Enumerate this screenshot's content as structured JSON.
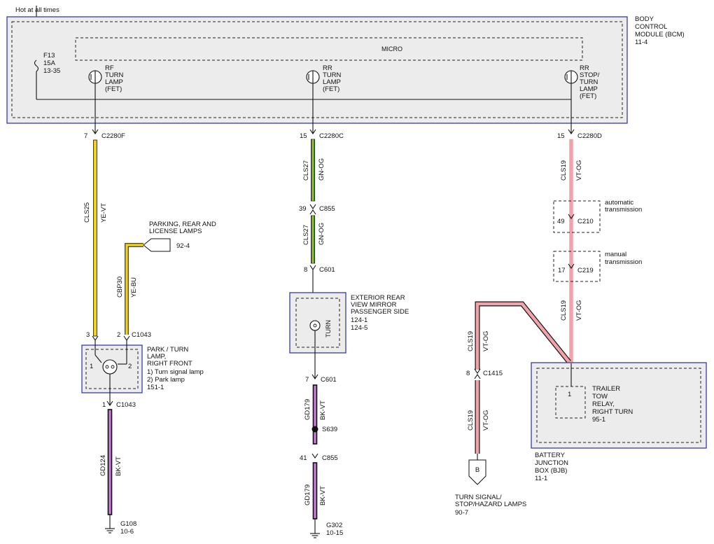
{
  "colors": {
    "yellow_wire": "#f2d21b",
    "green_wire": "#3f9b2c",
    "orange_wire": "#f2c9a0",
    "pink_wire": "#f0a3aa",
    "black_wire": "#111111",
    "violet_wire": "#c87ad8",
    "module_border": "#3a3aa8",
    "module_fill": "#ececec"
  },
  "top": {
    "hot_label": "Hot at all times",
    "fuse_label": "F13",
    "fuse_amps": "15A",
    "fuse_ref": "13-35"
  },
  "bcm": {
    "line1": "BODY",
    "line2": "CONTROL",
    "line3": "MODULE (BCM)",
    "ref": "11-4",
    "micro_label": "MICRO",
    "fets": [
      {
        "l1": "RF",
        "l2": "TURN",
        "l3": "LAMP",
        "l4": "(FET)",
        "l5": ""
      },
      {
        "l1": "RR",
        "l2": "TURN",
        "l3": "LAMP",
        "l4": "(FET)",
        "l5": ""
      },
      {
        "l1": "RR",
        "l2": "STOP/",
        "l3": "TURN",
        "l4": "LAMP",
        "l5": "(FET)"
      }
    ]
  },
  "left": {
    "pin_top": "7",
    "conn_top": "C2280F",
    "circuit_main": "CLS25",
    "color_main": "YE-VT",
    "parking_l1": "PARKING, REAR AND",
    "parking_l2": "LICENSE LAMPS",
    "parking_ref": "92-4",
    "circuit_park": "CBP30",
    "color_park": "YE-BU",
    "pin3": "3",
    "pin2": "2",
    "conn_lamp": "C1043",
    "lamp_l1": "PARK / TURN",
    "lamp_l2": "LAMP,",
    "lamp_l3": "RIGHT FRONT",
    "lamp_l4": "1) Turn signal lamp",
    "lamp_l5": "2) Park lamp",
    "lamp_ref": "151-1",
    "inner_pin1": "1",
    "inner_pin2": "2",
    "pin_bottom": "1",
    "conn_bottom": "C1043",
    "circuit_gnd": "GD124",
    "color_gnd": "BK-VT",
    "ground_label": "G108",
    "ground_ref": "10-6"
  },
  "middle": {
    "pin_top": "15",
    "conn_top": "C2280C",
    "circuit1": "CLS27",
    "color1": "GN-OG",
    "pin_c855a": "39",
    "conn_c855a": "C855",
    "circuit2": "CLS27",
    "color2": "GN-OG",
    "pin_c601a": "8",
    "conn_c601a": "C601",
    "mirror_l1": "EXTERIOR REAR",
    "mirror_l2": "VIEW MIRROR",
    "mirror_l3": "PASSENGER SIDE",
    "mirror_ref1": "124-1",
    "mirror_ref2": "124-5",
    "mirror_turn": "TURN",
    "pin_c601b": "7",
    "conn_c601b": "C601",
    "circuit3": "GD179",
    "color3": "BK-VT",
    "splice": "S639",
    "pin_c855b": "41",
    "conn_c855b": "C855",
    "circuit4": "GD179",
    "color4": "BK-VT",
    "ground_label": "G302",
    "ground_ref": "10-15"
  },
  "right": {
    "pin_top": "15",
    "conn_top": "C2280D",
    "circuit1": "CLS19",
    "color1": "VT-OG",
    "auto_l1": "automatic",
    "auto_l2": "transmission",
    "pin_c210": "49",
    "conn_c210": "C210",
    "manual_l1": "manual",
    "manual_l2": "transmission",
    "pin_c219": "17",
    "conn_c219": "C219",
    "circuit2": "CLS19",
    "color2": "VT-OG",
    "circuit3": "CLS19",
    "color3": "VT-OG",
    "pin_c1415": "8",
    "conn_c1415": "C1415",
    "circuit4": "CLS19",
    "color4": "VT-OG",
    "connector_b": "B",
    "turn_l1": "TURN SIGNAL/",
    "turn_l2": "STOP/HAZARD LAMPS",
    "turn_ref": "90-7",
    "relay_pin": "1",
    "relay_l1": "TRAILER",
    "relay_l2": "TOW",
    "relay_l3": "RELAY,",
    "relay_l4": "RIGHT TURN",
    "relay_ref": "95-1",
    "bjb_l1": "BATTERY",
    "bjb_l2": "JUNCTION",
    "bjb_l3": "BOX (BJB)",
    "bjb_ref": "11-1"
  }
}
